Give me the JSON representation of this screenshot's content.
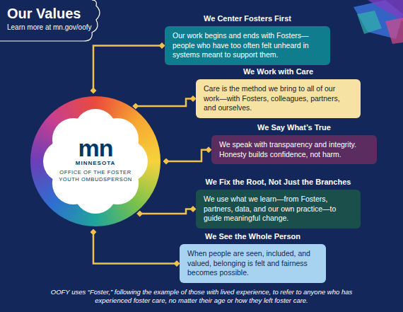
{
  "diagram": {
    "title": "Our Values",
    "caption": "OOFY uses “Foster,” following the example of those with lived experience, to refer to anyone who has experienced foster care, no matter their age or how they left foster care.",
    "nodes": [
      {
        "text": [
          "mn",
          "MINNESOTA",
          "OFFICE OF THE FOSTER YOUTH OMBUDSPERSON"
        ]
      },
      {
        "text": [
          "We Center Fosters First",
          "Our work begins and ends with Fosters—people who have too often felt unheard in systems meant to support them."
        ]
      },
      {
        "text": [
          "We Work with Care",
          "Care is the method we bring to all of our work—with Fosters, colleagues, partners, and ourselves."
        ]
      },
      {
        "text": [
          "We Say What’s True",
          "We speak with transparency and integrity. Honesty builds confidence, not harm."
        ]
      },
      {
        "text": [
          "We Fix the Root, Not Just the Branches",
          "We use what we learn—from Fosters, partners, data, and our own practice—to guide meaningful change."
        ]
      },
      {
        "text": [
          "We See the Whole Person",
          "When people are seen, included, and valued, belonging is felt and fairness becomes possible."
        ]
      }
    ],
    "edges": [
      {
        "from": 0,
        "to": 1,
        "arrow": "none"
      },
      {
        "from": 0,
        "to": 2,
        "arrow": "none"
      },
      {
        "from": 0,
        "to": 3,
        "arrow": "none"
      },
      {
        "from": 0,
        "to": 4,
        "arrow": "none"
      },
      {
        "from": 0,
        "to": 5,
        "arrow": "none"
      }
    ],
    "labels": [
      "Learn more at mn.gov/oofy"
    ]
  }
}
